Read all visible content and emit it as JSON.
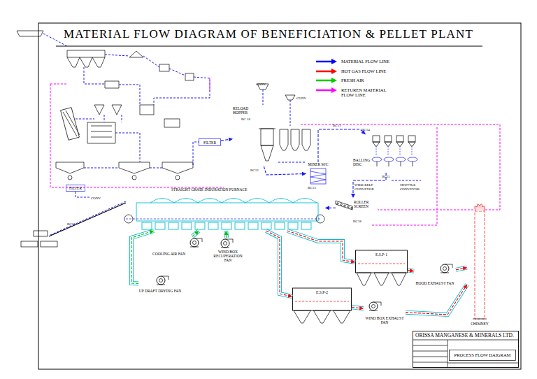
{
  "diagram": {
    "title": "MATERIAL FLOW DIAGRAM OF BENEFICIATION & PELLET PLANT",
    "nodes": [
      {
        "text": [
          "RELOAD HOPPER"
        ]
      },
      {
        "text": [
          "FILTER"
        ]
      },
      {
        "text": [
          "MIXER M/C"
        ]
      },
      {
        "text": [
          "BALLING DISC"
        ]
      },
      {
        "text": [
          "FILTER"
        ]
      },
      {
        "text": [
          "STRAIGHT GRATE INDURATION FURNACE"
        ]
      },
      {
        "text": [
          "ROLLER SCREEN"
        ]
      },
      {
        "text": [
          "E.S.P-1"
        ]
      },
      {
        "text": [
          "COOLING AIR FAN"
        ]
      },
      {
        "text": [
          "WIND BOX RECUPERATION FAN"
        ]
      },
      {
        "text": [
          "HOOD EXHAUST FAN"
        ]
      },
      {
        "text": [
          "UP DRAFT DRYING FAN"
        ]
      },
      {
        "text": [
          "E.S.P-2"
        ]
      },
      {
        "text": [
          "WIND BOX EXHAUST FAN"
        ]
      },
      {
        "text": [
          "CHIMNEY"
        ]
      },
      {
        "text": [
          "ORISSA MANGANESE & MINERALS LTD."
        ]
      },
      {
        "text": [
          "PROCESS FLOW DAIGRAM"
        ],
        "in": 15
      }
    ],
    "edges": [
      {
        "from": 1,
        "to": 0,
        "arrow": "to"
      },
      {
        "from": 0,
        "to": 2,
        "arrow": "to"
      },
      {
        "from": 2,
        "to": 3,
        "arrow": "to"
      },
      {
        "from": 3,
        "to": 6,
        "arrow": "to"
      },
      {
        "from": 6,
        "to": 5,
        "arrow": "to"
      },
      {
        "from": 5,
        "to": 7,
        "arrow": "to"
      },
      {
        "from": 7,
        "to": 10,
        "arrow": "to"
      },
      {
        "from": 10,
        "to": 14,
        "arrow": "to"
      },
      {
        "from": 5,
        "to": 12,
        "arrow": "to"
      },
      {
        "from": 12,
        "to": 13,
        "arrow": "to"
      },
      {
        "from": 13,
        "to": 14,
        "arrow": "to"
      },
      {
        "from": 8,
        "to": 5,
        "arrow": "to"
      },
      {
        "from": 9,
        "to": 5,
        "arrow": "to"
      },
      {
        "from": 11,
        "to": 5,
        "arrow": "to"
      }
    ],
    "labels": [
      "BC 16",
      "CONV",
      "CONV",
      "BC12",
      "BC11",
      "BC14",
      "BC13",
      "BC15",
      "WIDE BELT CONVEYOR",
      "SHUTTLE CONVEYOR",
      "BC18",
      "CONV",
      "BC21"
    ],
    "legend": [
      {
        "text": "MATERIAL FLOW LINE",
        "color": "#0000ff"
      },
      {
        "text": "HOT GAS FLOW LINE",
        "color": "#ff0000"
      },
      {
        "text": "FRESH AIR",
        "color": "#00cc00"
      },
      {
        "text": "RETUREN MATERIAL FLOW LINE",
        "color": "#ff00ff"
      }
    ]
  }
}
